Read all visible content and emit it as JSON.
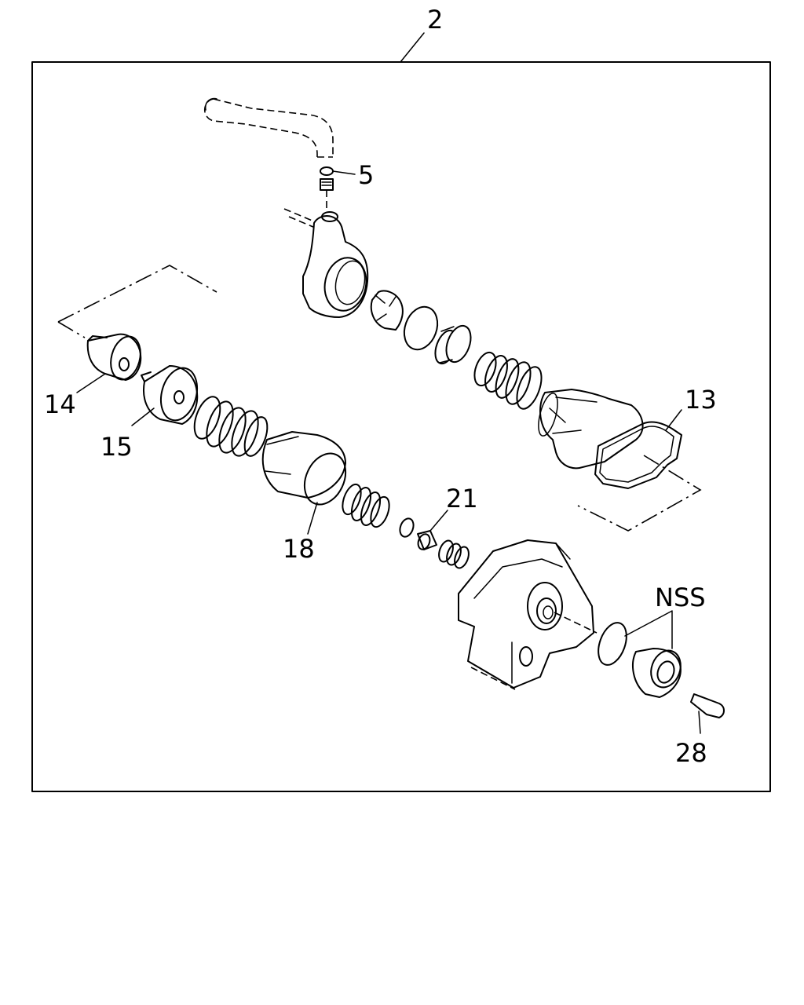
{
  "callouts": {
    "assembly": "2",
    "part_5": "5",
    "part_13": "13",
    "part_14": "14",
    "part_15": "15",
    "part_18": "18",
    "part_21": "21",
    "part_28": "28",
    "nss": "NSS"
  }
}
